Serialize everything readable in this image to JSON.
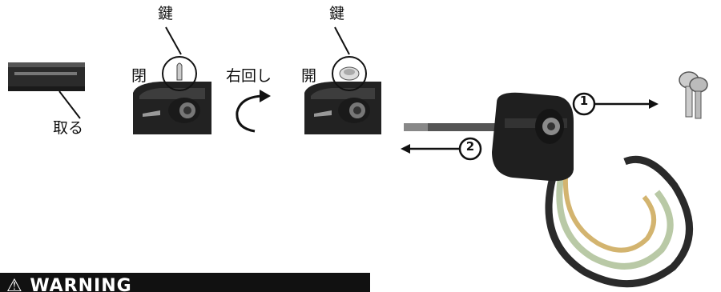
{
  "step1": {
    "remove_label": "取る"
  },
  "step2": {
    "key_label": "鍵",
    "state_label": "閉"
  },
  "turn": {
    "label": "右回し"
  },
  "step3": {
    "key_label": "鍵",
    "state_label": "開"
  },
  "product": {
    "marker_1": "1",
    "marker_2": "2"
  },
  "warning": {
    "text": "⚠ WARNING"
  },
  "colors": {
    "ink": "#111111",
    "cable_green": "#b9c9a6",
    "cable_dark": "#2a2a2a",
    "lock_body": "#1f1f1f"
  }
}
